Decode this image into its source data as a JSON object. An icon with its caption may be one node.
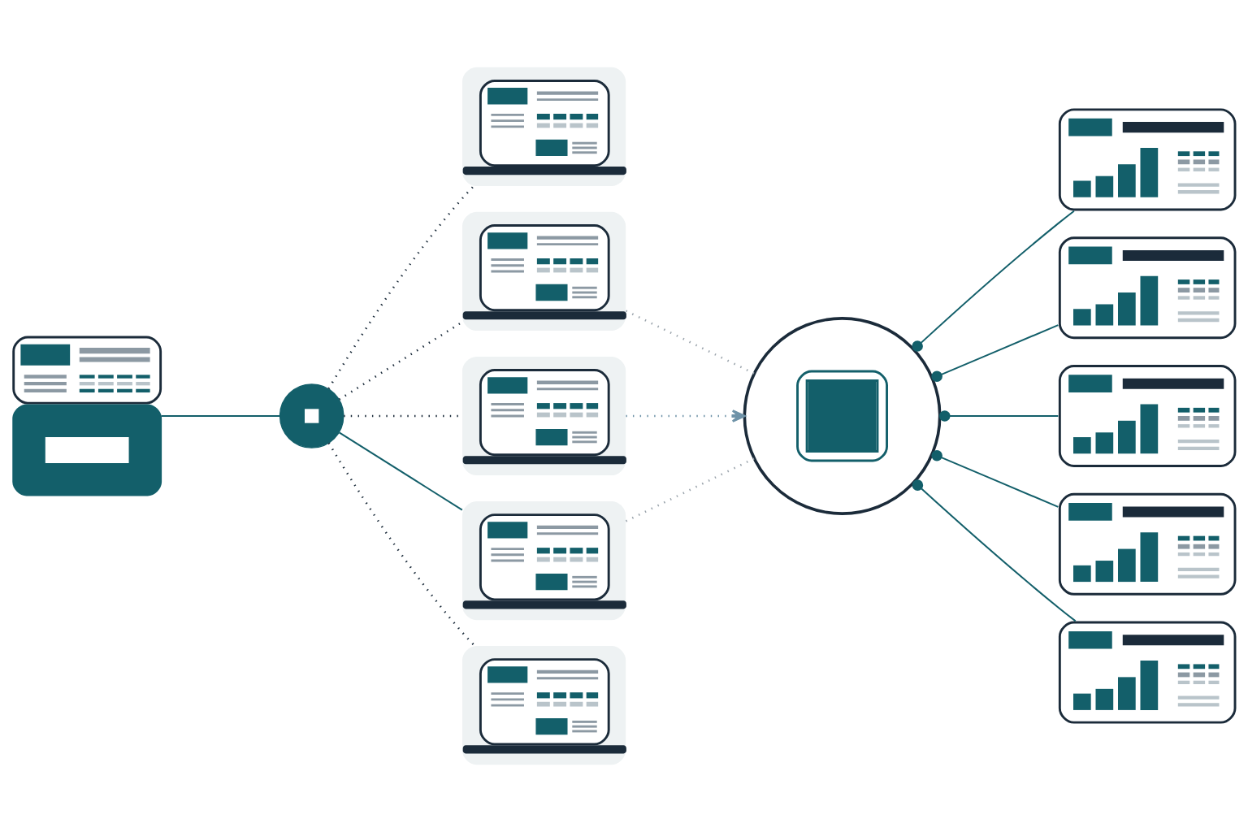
{
  "diagram": {
    "nodes": [
      {
        "text": [],
        "shape": "picture"
      },
      {
        "text": [],
        "shape": "circle"
      },
      {
        "text": [],
        "shape": "picture"
      },
      {
        "text": [],
        "shape": "picture"
      },
      {
        "text": [],
        "shape": "picture"
      },
      {
        "text": [],
        "shape": "picture"
      },
      {
        "text": [],
        "shape": "picture"
      },
      {
        "text": [],
        "shape": "circle"
      },
      {
        "text": [],
        "shape": "picture"
      },
      {
        "text": [],
        "shape": "picture"
      },
      {
        "text": [],
        "shape": "picture"
      },
      {
        "text": [],
        "shape": "picture"
      },
      {
        "text": [],
        "shape": "picture"
      }
    ],
    "edges": [
      {
        "from": 0,
        "to": 1,
        "arrow": "none",
        "color": "#135f6a"
      },
      {
        "from": 1,
        "to": 2,
        "arrow": "none",
        "style": "dashed"
      },
      {
        "from": 1,
        "to": 3,
        "arrow": "none",
        "style": "dashed"
      },
      {
        "from": 1,
        "to": 4,
        "arrow": "none",
        "style": "dashed"
      },
      {
        "from": 1,
        "to": 5,
        "arrow": "none",
        "color": "#135f6a"
      },
      {
        "from": 1,
        "to": 6,
        "arrow": "none",
        "style": "dashed"
      },
      {
        "from": 3,
        "to": 7,
        "arrow": "none",
        "style": "dashed",
        "color": "#9aa3ab"
      },
      {
        "from": 4,
        "to": 7,
        "arrow": "to",
        "style": "dashed",
        "color": "#6f93a8"
      },
      {
        "from": 5,
        "to": 7,
        "arrow": "none",
        "style": "dashed",
        "color": "#9aa3ab"
      },
      {
        "from": 7,
        "to": 8,
        "arrow": "other",
        "color": "#135f6a"
      },
      {
        "from": 7,
        "to": 9,
        "arrow": "other",
        "color": "#135f6a"
      },
      {
        "from": 7,
        "to": 10,
        "arrow": "other",
        "color": "#135f6a"
      },
      {
        "from": 7,
        "to": 11,
        "arrow": "other",
        "color": "#135f6a"
      },
      {
        "from": 7,
        "to": 12,
        "arrow": "other",
        "color": "#135f6a"
      }
    ]
  }
}
